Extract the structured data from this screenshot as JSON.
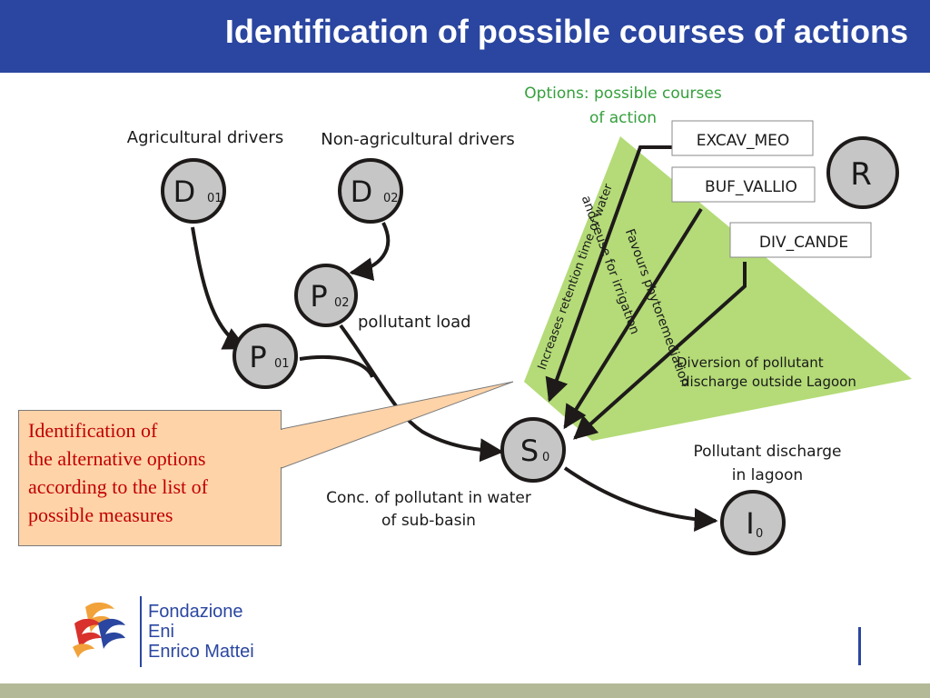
{
  "header": {
    "title": "Identification of possible courses of actions",
    "background_color": "#2a46a0"
  },
  "diagram": {
    "options_title_line1": "Options: possible courses",
    "options_title_line2": "of action",
    "group_agricultural": "Agricultural drivers",
    "group_non_agricultural": "Non-agricultural drivers",
    "pollutant_load": "pollutant load",
    "conc_line1": "Conc. of pollutant in water",
    "conc_line2": "of sub-basin",
    "discharge_line1": "Pollutant discharge",
    "discharge_line2": "in lagoon",
    "nodes": {
      "d01": {
        "main": "D",
        "sub": "01"
      },
      "d02": {
        "main": "D",
        "sub": "02"
      },
      "p02": {
        "main": "P",
        "sub": "02"
      },
      "p01": {
        "main": "P",
        "sub": "01"
      },
      "s0": {
        "main": "S",
        "sub": "0"
      },
      "i0": {
        "main": "I",
        "sub": "0"
      },
      "r": {
        "main": "R"
      }
    },
    "options": {
      "excav": "EXCAV_MEO",
      "buf": "BUF_VALLIO",
      "div": "DIV_CANDE"
    },
    "effects": {
      "retention": "Increases retention time of water",
      "reuse": "and reuse for irrigation",
      "phyto": "Favours phytoremediation",
      "diversion_line1": "Diversion of pollutant",
      "diversion_line2": "discharge outside Lagoon"
    },
    "colors": {
      "node_fill": "#c6c6c6",
      "triangle_fill": "#b4db77",
      "options_title": "#35a03c",
      "arrow": "#1e1a1a"
    }
  },
  "callout": {
    "lines": [
      "Identification of",
      "the alternative options",
      "according to the list of",
      "possible measures"
    ],
    "text_color": "#c00000",
    "background_color": "#ffd3a8"
  },
  "logo": {
    "line1": "Fondazione",
    "line2": "Eni",
    "line3": "Enrico Mattei"
  }
}
